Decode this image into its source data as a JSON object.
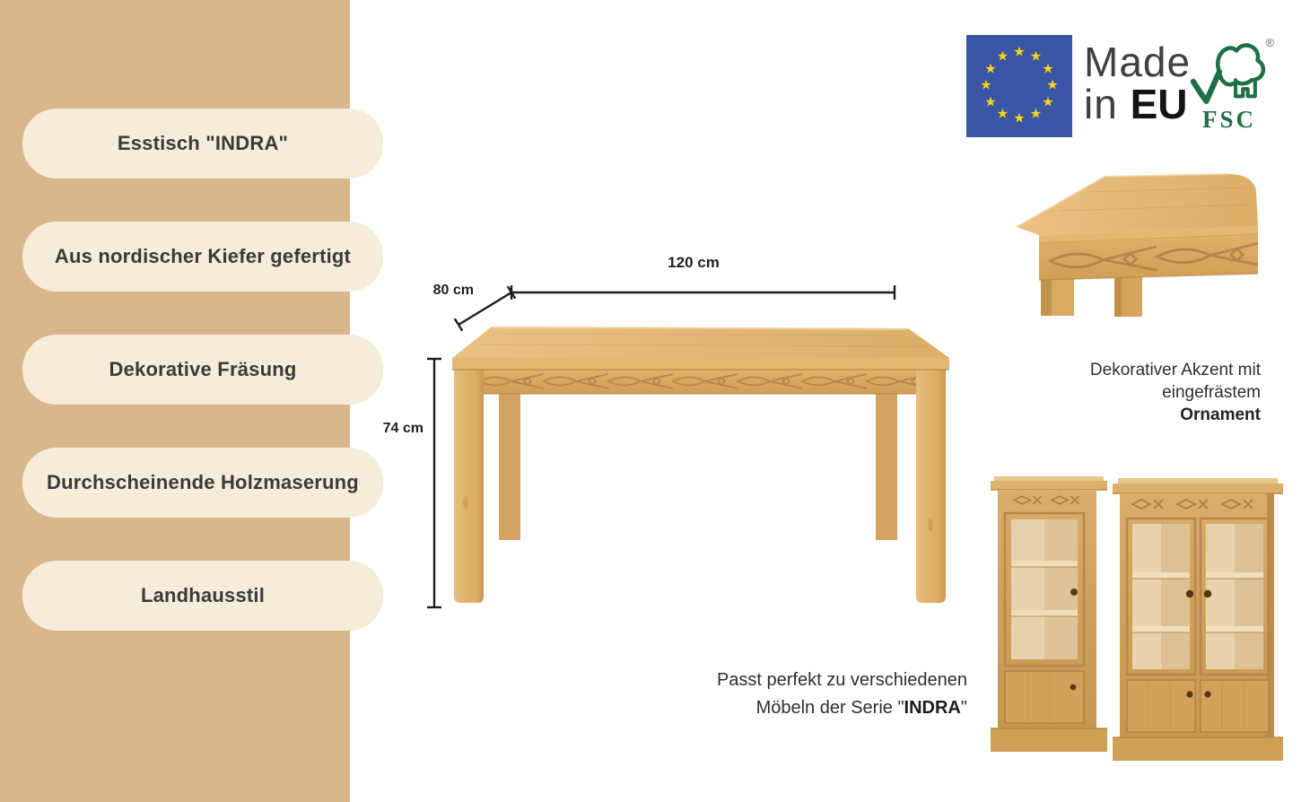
{
  "features": [
    "Esstisch \"INDRA\"",
    "Aus nordischer Kiefer gefertigt",
    "Dekorative Fräsung",
    "Durchscheinende Holzmaserung",
    "Landhausstil"
  ],
  "dimensions": {
    "width": "120 cm",
    "depth": "80 cm",
    "height": "74 cm"
  },
  "brand": {
    "made_in": {
      "line1": "Made",
      "line2_prefix": "in ",
      "line2_emph": "EU"
    },
    "fsc": {
      "label": "FSC",
      "registered": "®"
    },
    "icons": {
      "flag": "eu-flag",
      "certification": "fsc-logo"
    }
  },
  "detail_caption": {
    "line1": "Dekorativer Akzent mit",
    "line2": "eingefrästem",
    "line3_emph": "Ornament"
  },
  "match_caption": {
    "line1": "Passt perfekt zu verschiedenen",
    "line2_prefix": "Möbeln der Serie \"",
    "line2_emph": "INDRA",
    "line2_suffix": "\""
  },
  "colors": {
    "band_tan": "#d9b68c",
    "pill_cream": "#f5edda",
    "wood_light": "#e0b373",
    "wood_cabinet": "#cfa058",
    "eu_blue": "#3b55a5",
    "star_yellow": "#ffd617",
    "fsc_green": "#1e6f46",
    "text_dark": "#333333"
  }
}
